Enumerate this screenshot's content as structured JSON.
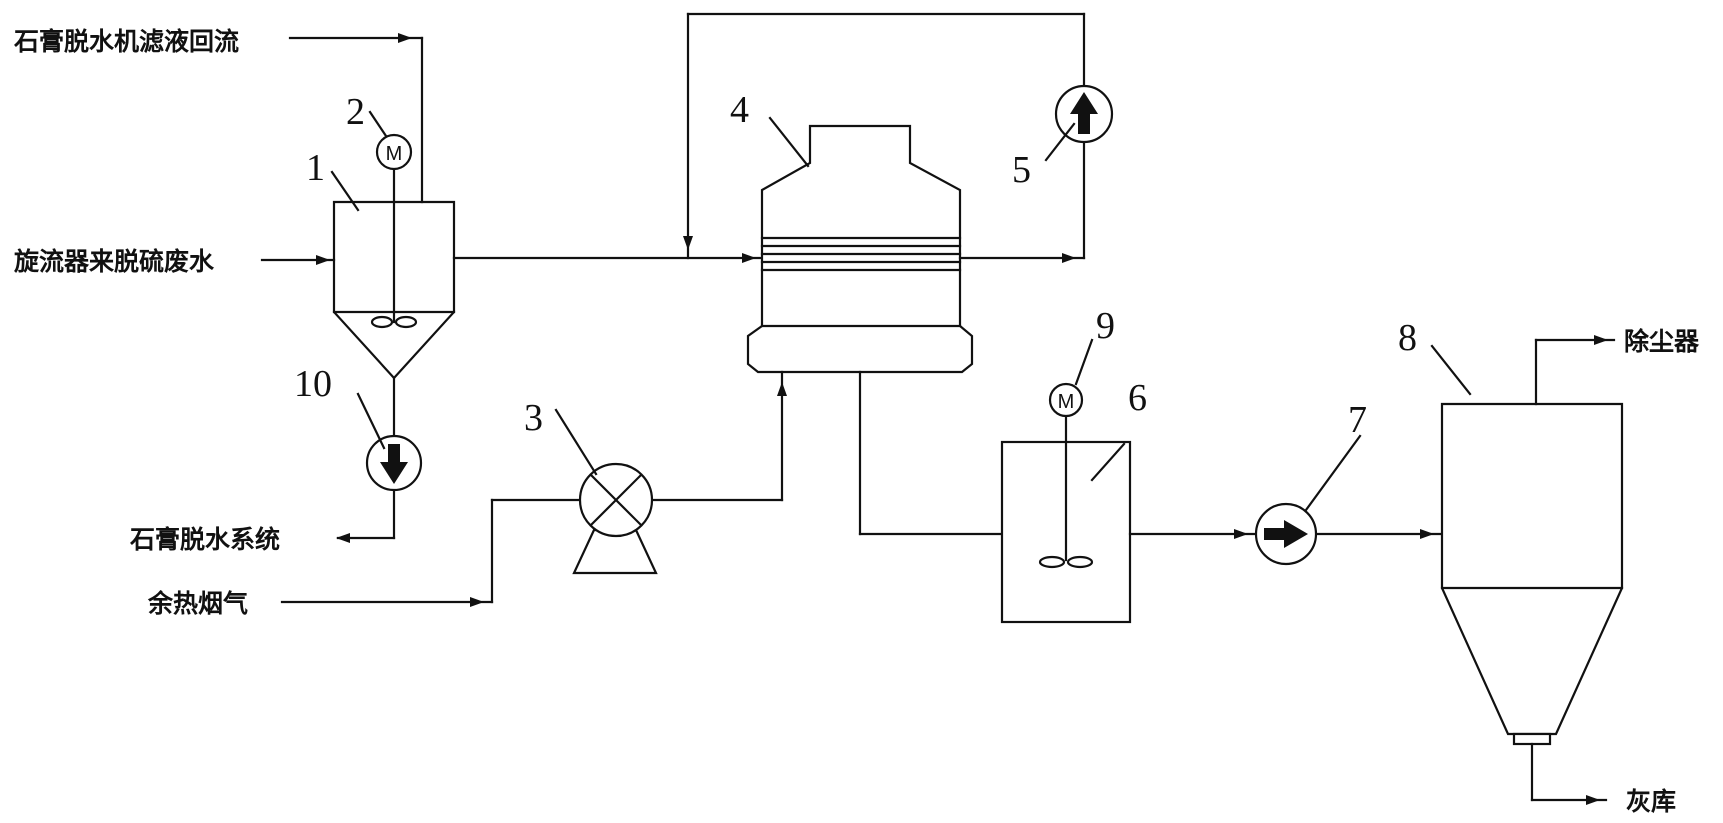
{
  "labels": {
    "gypsum_filtrate_return": "石膏脱水机滤液回流",
    "cyclone_wastewater": "旋流器来脱硫废水",
    "gypsum_dewatering_system": "石膏脱水系统",
    "waste_heat_flue_gas": "余热烟气",
    "dust_collector": "除尘器",
    "ash_silo": "灰库"
  },
  "numbers": {
    "n1": "1",
    "n2": "2",
    "n3": "3",
    "n4": "4",
    "n5": "5",
    "n6": "6",
    "n7": "7",
    "n8": "8",
    "n9": "9",
    "n10": "10"
  },
  "motor_symbol": "M"
}
